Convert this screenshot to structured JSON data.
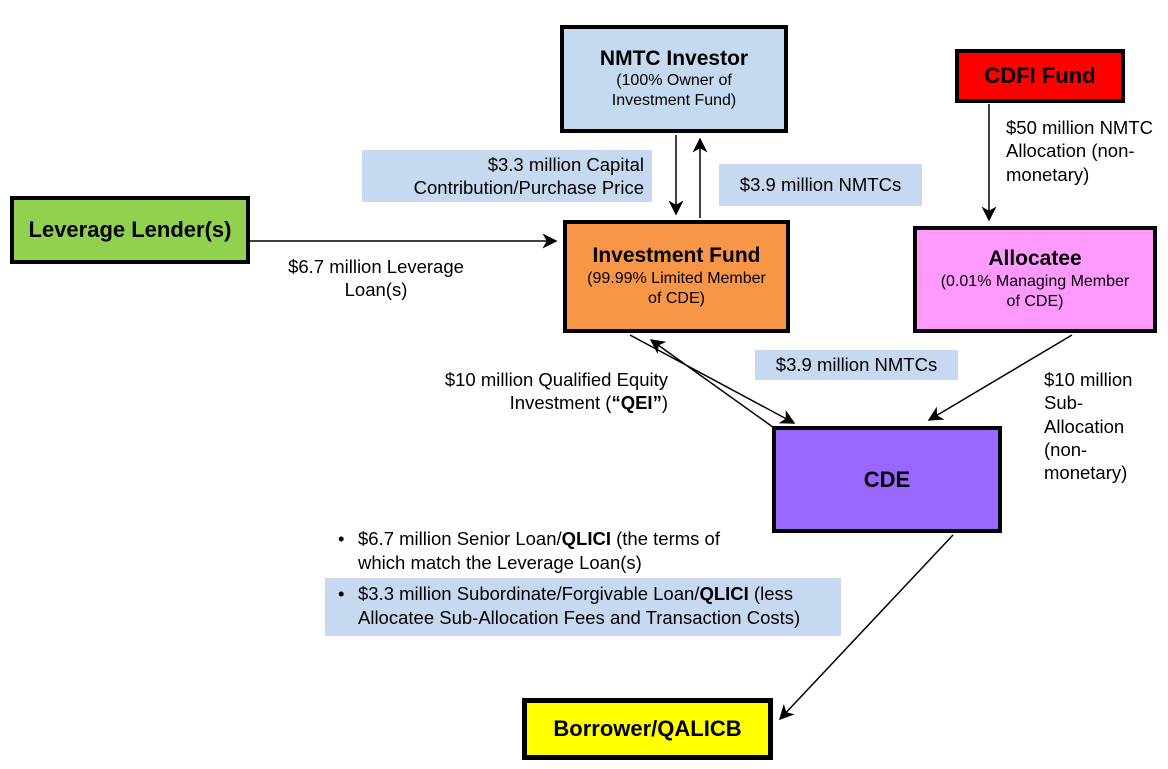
{
  "boxes": {
    "nmtc_investor": {
      "title": "NMTC Investor",
      "subtitle": "(100% Owner of Investment Fund)",
      "color": "#c5d9f1"
    },
    "cdfi_fund": {
      "title": "CDFI Fund",
      "color": "#ff0000"
    },
    "leverage_lender": {
      "title": "Leverage Lender(s)",
      "color": "#92d050"
    },
    "investment_fund": {
      "title": "Investment Fund",
      "subtitle": "(99.99% Limited Member of CDE)",
      "color": "#f79646"
    },
    "allocatee": {
      "title": "Allocatee",
      "subtitle": "(0.01% Managing Member of CDE)",
      "color": "#ff99ff"
    },
    "cde": {
      "title": "CDE",
      "color": "#9966ff"
    },
    "borrower": {
      "title": "Borrower/QALICB",
      "color": "#ffff00"
    }
  },
  "labels": {
    "capital_contribution": "$3.3 million Capital Contribution/Purchase Price",
    "nmtcs_top": "$3.9 million NMTCs",
    "nmtcs_mid": "$3.9 million NMTCs",
    "leverage_loan": "$6.7 million Leverage Loan(s)",
    "nmtc_allocation": "$50 million NMTC Allocation (non-monetary)",
    "sub_allocation": "$10 million Sub-Allocation (non-monetary)",
    "qei": {
      "line1": "$10 million Qualified Equity",
      "line2_pre": "Investment (",
      "line2_bold": "“QEI”",
      "line2_post": ")"
    },
    "qlici_bullets": [
      {
        "bullet": "•",
        "pre": "$6.7 million Senior Loan/",
        "bold": "QLICI",
        "post": " (the terms of which match the Leverage Loan(s)"
      },
      {
        "bullet": "•",
        "pre": "$3.3 million Subordinate/Forgivable Loan/",
        "bold": "QLICI",
        "post": " (less Allocatee Sub-Allocation Fees and Transaction Costs)"
      }
    ]
  },
  "colors": {
    "highlight": "#c6d9f0",
    "arrow": "#000000"
  }
}
